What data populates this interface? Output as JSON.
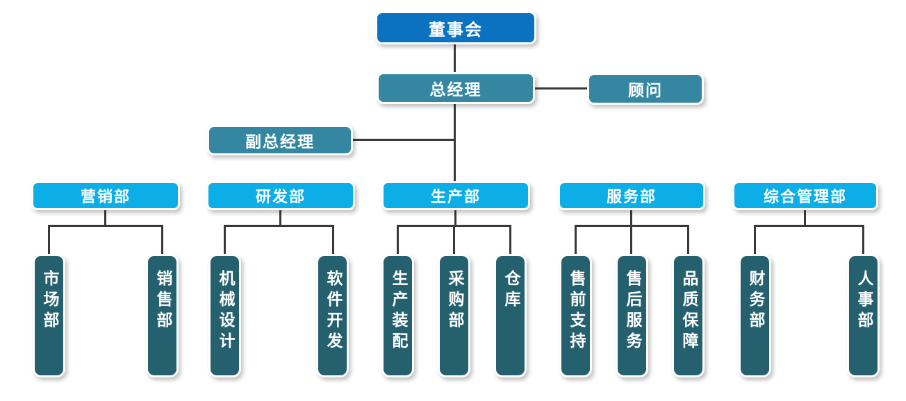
{
  "diagram": {
    "type": "org-chart",
    "nodes": {
      "board": {
        "label": "董事会"
      },
      "general_manager": {
        "label": "总经理"
      },
      "advisor": {
        "label": "顾问"
      },
      "deputy_general_manager": {
        "label": "副总经理"
      },
      "departments": [
        {
          "label": "营销部",
          "children": [
            {
              "label": "市场部"
            },
            {
              "label": "销售部"
            }
          ]
        },
        {
          "label": "研发部",
          "children": [
            {
              "label": "机械设计"
            },
            {
              "label": "软件开发"
            }
          ]
        },
        {
          "label": "生产部",
          "children": [
            {
              "label": "生产装配"
            },
            {
              "label": "采购部"
            },
            {
              "label": "仓库"
            }
          ]
        },
        {
          "label": "服务部",
          "children": [
            {
              "label": "售前支持"
            },
            {
              "label": "售后服务"
            },
            {
              "label": "品质保障"
            }
          ]
        },
        {
          "label": "综合管理部",
          "children": [
            {
              "label": "财务部"
            },
            {
              "label": "人事部"
            }
          ]
        }
      ]
    },
    "colors": {
      "board": "#0b72c2",
      "management": "#3587a1",
      "department": "#0caee8",
      "sub_department": "#25606f",
      "connector": "#383838",
      "text": "#ffffff",
      "background": "#ffffff"
    }
  }
}
